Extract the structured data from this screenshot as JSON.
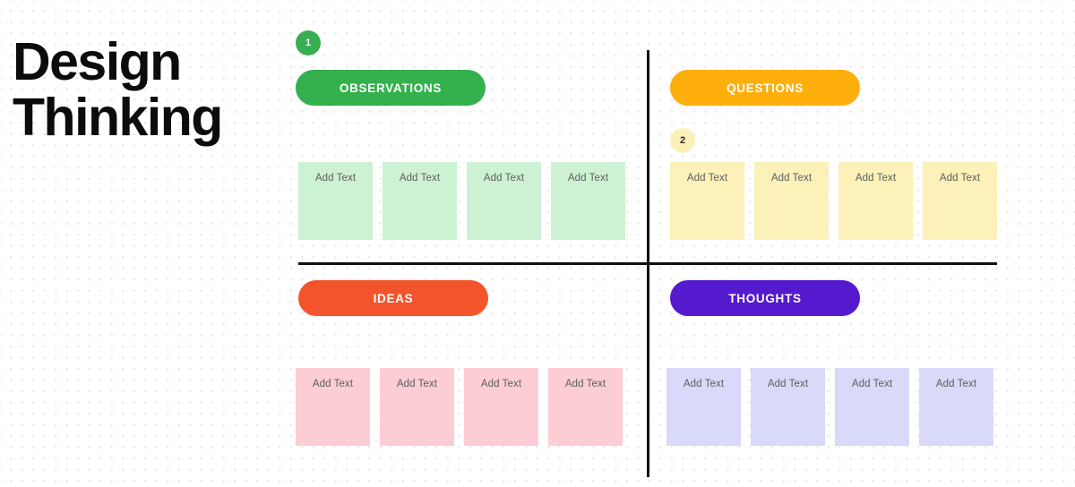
{
  "board": {
    "title_lines": [
      "Design",
      "Thinking"
    ],
    "background_color": "#ffffff",
    "dot_color": "#e8e8ec",
    "divider_color": "#111111"
  },
  "badges": [
    {
      "id": "badge-1",
      "label": "1",
      "background": "#38ae53",
      "text_color": "#ffffff"
    },
    {
      "id": "badge-2",
      "label": "2",
      "background": "#fbf0b8",
      "text_color": "#2b2b2b"
    }
  ],
  "quadrants": [
    {
      "key": "observations",
      "pill_label": "OBSERVATIONS",
      "pill_color": "#34b14c",
      "note_color": "#cdf2d3",
      "notes": [
        {
          "label": "Add Text"
        },
        {
          "label": "Add Text"
        },
        {
          "label": "Add Text"
        },
        {
          "label": "Add Text"
        }
      ]
    },
    {
      "key": "questions",
      "pill_label": "QUESTIONS",
      "pill_color": "#feaf0c",
      "note_color": "#fbf1b9",
      "notes": [
        {
          "label": "Add Text"
        },
        {
          "label": "Add Text"
        },
        {
          "label": "Add Text"
        },
        {
          "label": "Add Text"
        }
      ]
    },
    {
      "key": "ideas",
      "pill_label": "IDEAS",
      "pill_color": "#f4542b",
      "note_color": "#fccdd4",
      "notes": [
        {
          "label": "Add Text"
        },
        {
          "label": "Add Text"
        },
        {
          "label": "Add Text"
        },
        {
          "label": "Add Text"
        }
      ]
    },
    {
      "key": "thoughts",
      "pill_label": "THOUGHTS",
      "pill_color": "#5519ce",
      "note_color": "#d9d9f9",
      "notes": [
        {
          "label": "Add Text"
        },
        {
          "label": "Add Text"
        },
        {
          "label": "Add Text"
        },
        {
          "label": "Add Text"
        }
      ]
    }
  ]
}
